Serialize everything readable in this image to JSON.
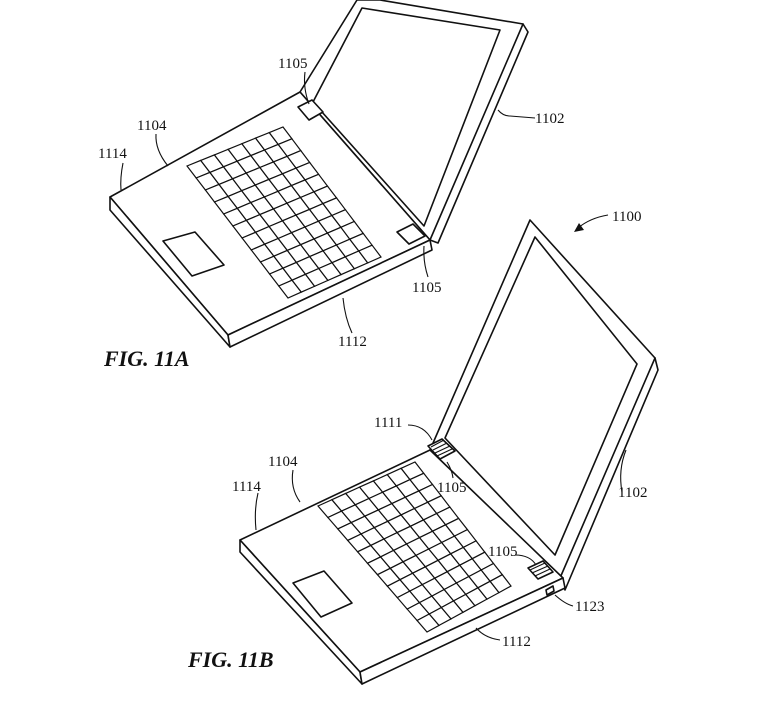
{
  "figures": [
    {
      "caption": "FIG. 11A",
      "labels": {
        "display": "1102",
        "base": "1104",
        "hinge_top": "1105",
        "hinge_bottom": "1105",
        "edge": "1112",
        "palm_rest": "1114"
      }
    },
    {
      "caption": "FIG. 11B",
      "labels": {
        "device": "1100",
        "display": "1102",
        "base": "1104",
        "hinge_top": "1105",
        "hinge_bottom": "1105",
        "hinge_recess": "1111",
        "edge": "1112",
        "palm_rest": "1114",
        "port": "1123"
      }
    }
  ]
}
